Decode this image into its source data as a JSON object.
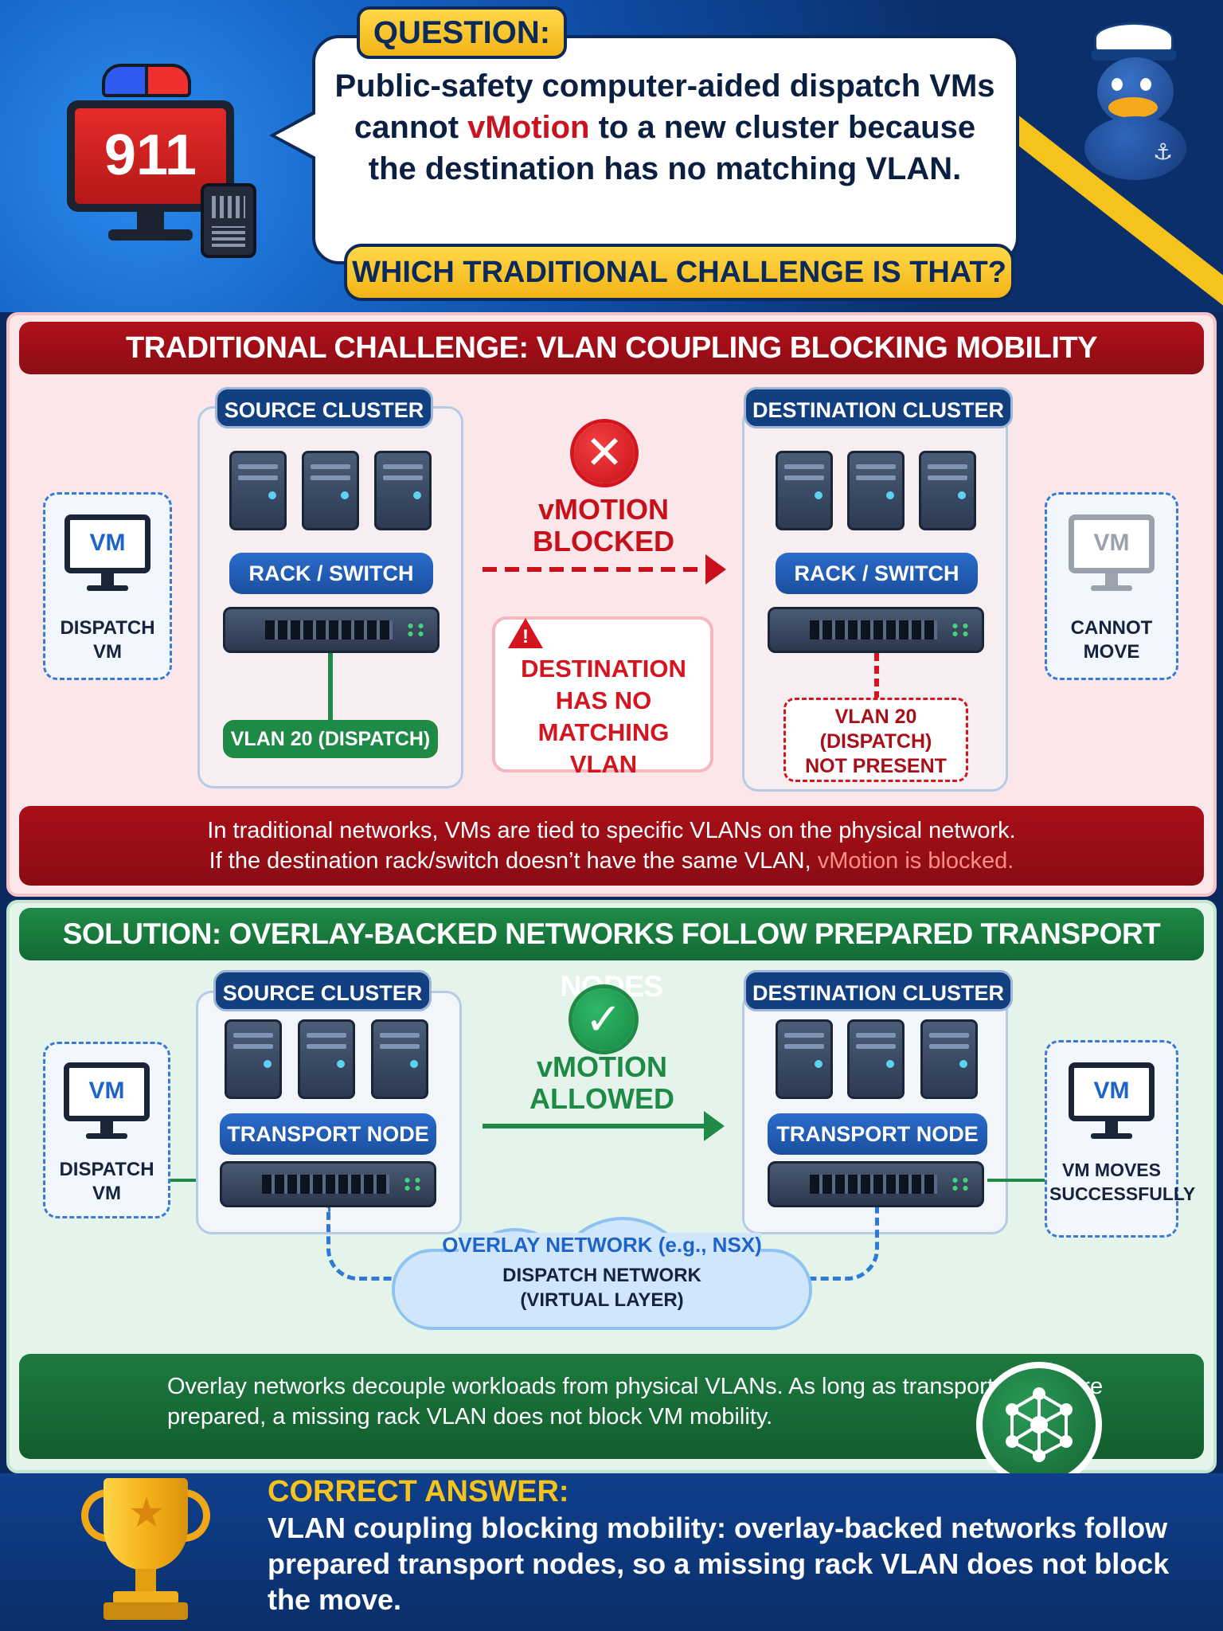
{
  "question": {
    "label": "QUESTION:",
    "text_part1": "Public-safety computer-aided dispatch VMs cannot ",
    "text_highlight": "vMotion",
    "text_part2": " to a new cluster because the destination has no matching VLAN.",
    "banner": "WHICH TRADITIONAL CHALLENGE IS THAT?",
    "icon_text": "911"
  },
  "challenge": {
    "title": "TRADITIONAL CHALLENGE: VLAN COUPLING BLOCKING MOBILITY",
    "source_cluster": "SOURCE CLUSTER",
    "destination_cluster": "DESTINATION CLUSTER",
    "rack_switch": "RACK / SWITCH",
    "vm_label": "VM",
    "source_vm_label": "DISPATCH VM",
    "dest_vm_label": "CANNOT MOVE",
    "vmotion_status": "vMOTION BLOCKED",
    "vlan_source": "VLAN 20 (DISPATCH)",
    "vlan_dest": "VLAN 20 (DISPATCH) NOT PRESENT",
    "warning": "DESTINATION HAS NO MATCHING VLAN",
    "note_line1": "In traditional networks, VMs are tied to specific VLANs on the physical network.",
    "note_line2": "If the destination rack/switch doesn’t have the same VLAN, ",
    "note_highlight": "vMotion is blocked."
  },
  "solution": {
    "title": "SOLUTION: OVERLAY-BACKED NETWORKS FOLLOW PREPARED TRANSPORT NODES",
    "source_cluster": "SOURCE CLUSTER",
    "destination_cluster": "DESTINATION CLUSTER",
    "transport_node": "TRANSPORT NODE",
    "vm_label": "VM",
    "source_vm_label": "DISPATCH VM",
    "dest_vm_label": "VM MOVES SUCCESSFULLY",
    "vmotion_status": "vMOTION ALLOWED",
    "overlay_title": "OVERLAY NETWORK (e.g., NSX)",
    "overlay_sub": "DISPATCH NETWORK (VIRTUAL LAYER)",
    "note": "Overlay networks decouple workloads from physical VLANs. As long as transport nodes are prepared, a missing rack VLAN does not block VM mobility."
  },
  "answer": {
    "title": "CORRECT ANSWER:",
    "text": "VLAN coupling blocking mobility: overlay-backed networks follow prepared transport nodes, so a missing rack VLAN does not block the move."
  },
  "colors": {
    "navy": "#0b2a5a",
    "red": "#b1101a",
    "green": "#1f8a47",
    "yellow": "#f6c21c",
    "blue": "#1e63c8"
  }
}
